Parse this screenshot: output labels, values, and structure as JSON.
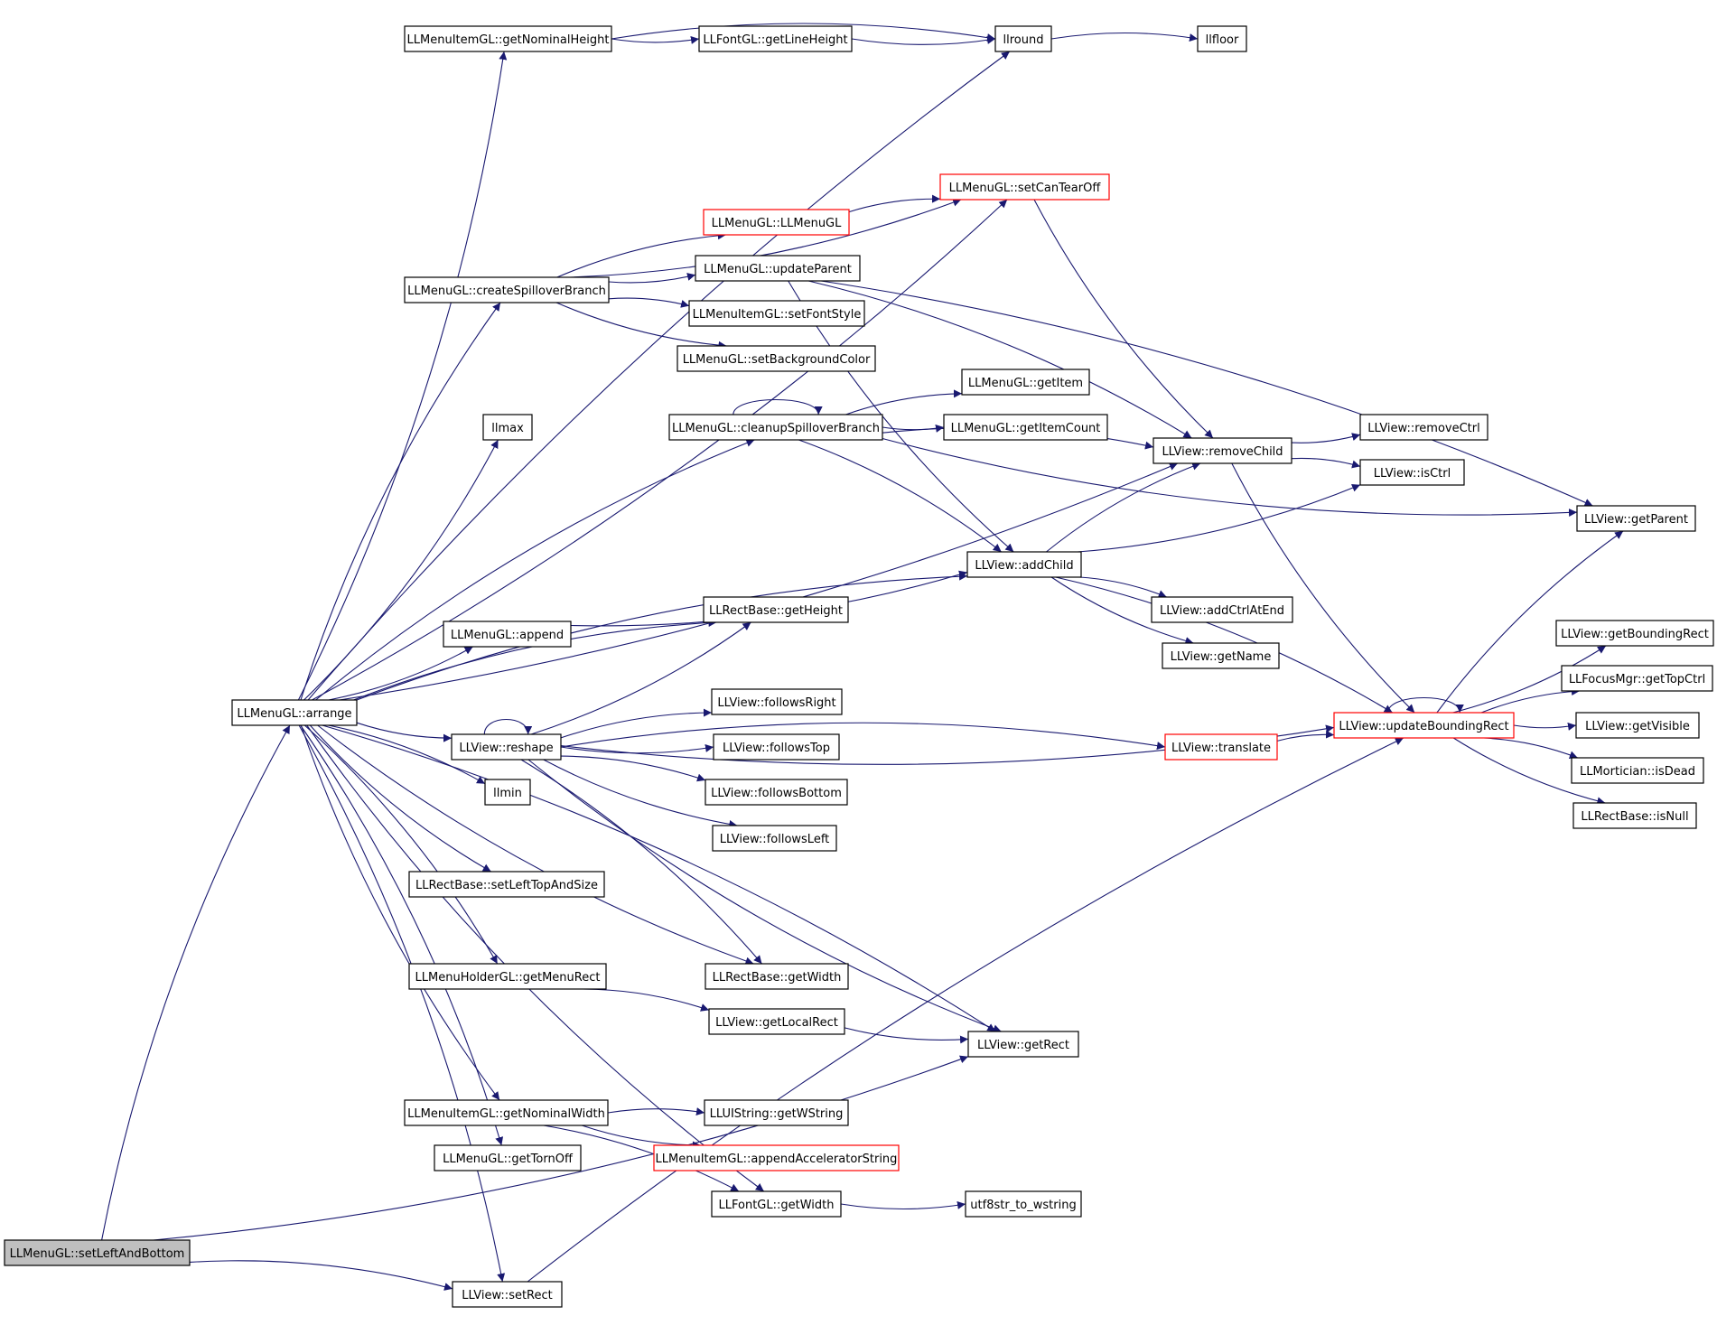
{
  "colors": {
    "edge": "#191970",
    "node_border": "#000000",
    "node_border_incomplete": "#ff0000",
    "root_fill": "#bfbfbf",
    "node_fill": "#ffffff"
  },
  "nodes": [
    {
      "id": "setLeftAndBottom",
      "label": "LLMenuGL::setLeftAndBottom",
      "kind": "root"
    },
    {
      "id": "arrange",
      "label": "LLMenuGL::arrange",
      "kind": "normal"
    },
    {
      "id": "getNominalHeight",
      "label": "LLMenuItemGL::getNominalHeight",
      "kind": "normal"
    },
    {
      "id": "getLineHeight",
      "label": "LLFontGL::getLineHeight",
      "kind": "normal"
    },
    {
      "id": "llround",
      "label": "llround",
      "kind": "normal"
    },
    {
      "id": "llfloor",
      "label": "llfloor",
      "kind": "normal"
    },
    {
      "id": "setCanTearOff",
      "label": "LLMenuGL::setCanTearOff",
      "kind": "incomplete"
    },
    {
      "id": "LLMenuGL",
      "label": "LLMenuGL::LLMenuGL",
      "kind": "incomplete"
    },
    {
      "id": "createSpilloverBranch",
      "label": "LLMenuGL::createSpilloverBranch",
      "kind": "normal"
    },
    {
      "id": "updateParent",
      "label": "LLMenuGL::updateParent",
      "kind": "normal"
    },
    {
      "id": "setFontStyle",
      "label": "LLMenuItemGL::setFontStyle",
      "kind": "normal"
    },
    {
      "id": "setBackgroundColor",
      "label": "LLMenuGL::setBackgroundColor",
      "kind": "normal"
    },
    {
      "id": "getItem",
      "label": "LLMenuGL::getItem",
      "kind": "normal"
    },
    {
      "id": "llmax",
      "label": "llmax",
      "kind": "normal"
    },
    {
      "id": "cleanupSpilloverBranch",
      "label": "LLMenuGL::cleanupSpilloverBranch",
      "kind": "normal"
    },
    {
      "id": "getItemCount",
      "label": "LLMenuGL::getItemCount",
      "kind": "normal"
    },
    {
      "id": "removeChild",
      "label": "LLView::removeChild",
      "kind": "normal"
    },
    {
      "id": "removeCtrl",
      "label": "LLView::removeCtrl",
      "kind": "normal"
    },
    {
      "id": "isCtrl",
      "label": "LLView::isCtrl",
      "kind": "normal"
    },
    {
      "id": "getParent",
      "label": "LLView::getParent",
      "kind": "normal"
    },
    {
      "id": "addChild",
      "label": "LLView::addChild",
      "kind": "normal"
    },
    {
      "id": "addCtrlAtEnd",
      "label": "LLView::addCtrlAtEnd",
      "kind": "normal"
    },
    {
      "id": "getName",
      "label": "LLView::getName",
      "kind": "normal"
    },
    {
      "id": "append",
      "label": "LLMenuGL::append",
      "kind": "normal"
    },
    {
      "id": "getHeight",
      "label": "LLRectBase::getHeight",
      "kind": "normal"
    },
    {
      "id": "getBoundingRect",
      "label": "LLView::getBoundingRect",
      "kind": "normal"
    },
    {
      "id": "getTopCtrl",
      "label": "LLFocusMgr::getTopCtrl",
      "kind": "normal"
    },
    {
      "id": "followsRight",
      "label": "LLView::followsRight",
      "kind": "normal"
    },
    {
      "id": "updateBoundingRect",
      "label": "LLView::updateBoundingRect",
      "kind": "incomplete"
    },
    {
      "id": "getVisible",
      "label": "LLView::getVisible",
      "kind": "normal"
    },
    {
      "id": "reshape",
      "label": "LLView::reshape",
      "kind": "normal"
    },
    {
      "id": "followsTop",
      "label": "LLView::followsTop",
      "kind": "normal"
    },
    {
      "id": "translate",
      "label": "LLView::translate",
      "kind": "incomplete"
    },
    {
      "id": "isDead",
      "label": "LLMortician::isDead",
      "kind": "normal"
    },
    {
      "id": "llmin",
      "label": "llmin",
      "kind": "normal"
    },
    {
      "id": "followsBottom",
      "label": "LLView::followsBottom",
      "kind": "normal"
    },
    {
      "id": "isNull",
      "label": "LLRectBase::isNull",
      "kind": "normal"
    },
    {
      "id": "followsLeft",
      "label": "LLView::followsLeft",
      "kind": "normal"
    },
    {
      "id": "setLeftTopAndSize",
      "label": "LLRectBase::setLeftTopAndSize",
      "kind": "normal"
    },
    {
      "id": "getMenuRect",
      "label": "LLMenuHolderGL::getMenuRect",
      "kind": "normal"
    },
    {
      "id": "getWidth",
      "label": "LLRectBase::getWidth",
      "kind": "normal"
    },
    {
      "id": "getLocalRect",
      "label": "LLView::getLocalRect",
      "kind": "normal"
    },
    {
      "id": "getRect",
      "label": "LLView::getRect",
      "kind": "normal"
    },
    {
      "id": "getNominalWidth",
      "label": "LLMenuItemGL::getNominalWidth",
      "kind": "normal"
    },
    {
      "id": "getWString",
      "label": "LLUIString::getWString",
      "kind": "normal"
    },
    {
      "id": "appendAcceleratorString",
      "label": "LLMenuItemGL::appendAcceleratorString",
      "kind": "incomplete"
    },
    {
      "id": "getTornOff",
      "label": "LLMenuGL::getTornOff",
      "kind": "normal"
    },
    {
      "id": "fontGetWidth",
      "label": "LLFontGL::getWidth",
      "kind": "normal"
    },
    {
      "id": "utf8str_to_wstring",
      "label": "utf8str_to_wstring",
      "kind": "normal"
    },
    {
      "id": "setRect",
      "label": "LLView::setRect",
      "kind": "normal"
    }
  ],
  "edges": [
    [
      "setLeftAndBottom",
      "arrange"
    ],
    [
      "setLeftAndBottom",
      "getRect"
    ],
    [
      "setLeftAndBottom",
      "setRect"
    ],
    [
      "arrange",
      "getNominalHeight"
    ],
    [
      "arrange",
      "llround"
    ],
    [
      "arrange",
      "setCanTearOff"
    ],
    [
      "arrange",
      "createSpilloverBranch"
    ],
    [
      "arrange",
      "llmax"
    ],
    [
      "arrange",
      "cleanupSpilloverBranch"
    ],
    [
      "arrange",
      "removeChild"
    ],
    [
      "arrange",
      "addChild"
    ],
    [
      "arrange",
      "append"
    ],
    [
      "arrange",
      "getHeight"
    ],
    [
      "arrange",
      "reshape"
    ],
    [
      "arrange",
      "llmin"
    ],
    [
      "arrange",
      "setLeftTopAndSize"
    ],
    [
      "arrange",
      "getMenuRect"
    ],
    [
      "arrange",
      "getWidth"
    ],
    [
      "arrange",
      "getRect"
    ],
    [
      "arrange",
      "getNominalWidth"
    ],
    [
      "arrange",
      "getTornOff"
    ],
    [
      "arrange",
      "fontGetWidth"
    ],
    [
      "arrange",
      "setRect"
    ],
    [
      "getNominalHeight",
      "getLineHeight"
    ],
    [
      "getNominalHeight",
      "llround"
    ],
    [
      "getLineHeight",
      "llround"
    ],
    [
      "llround",
      "llfloor"
    ],
    [
      "setCanTearOff",
      "removeChild"
    ],
    [
      "LLMenuGL",
      "setCanTearOff"
    ],
    [
      "createSpilloverBranch",
      "setCanTearOff"
    ],
    [
      "createSpilloverBranch",
      "LLMenuGL"
    ],
    [
      "createSpilloverBranch",
      "updateParent"
    ],
    [
      "createSpilloverBranch",
      "setFontStyle"
    ],
    [
      "createSpilloverBranch",
      "setBackgroundColor"
    ],
    [
      "updateParent",
      "removeChild"
    ],
    [
      "updateParent",
      "addChild"
    ],
    [
      "updateParent",
      "getParent"
    ],
    [
      "cleanupSpilloverBranch",
      "cleanupSpilloverBranch"
    ],
    [
      "cleanupSpilloverBranch",
      "getItem"
    ],
    [
      "cleanupSpilloverBranch",
      "getItemCount"
    ],
    [
      "cleanupSpilloverBranch",
      "removeChild"
    ],
    [
      "cleanupSpilloverBranch",
      "getParent"
    ],
    [
      "cleanupSpilloverBranch",
      "addChild"
    ],
    [
      "removeChild",
      "removeCtrl"
    ],
    [
      "removeChild",
      "isCtrl"
    ],
    [
      "removeChild",
      "updateBoundingRect"
    ],
    [
      "addChild",
      "removeChild"
    ],
    [
      "addChild",
      "isCtrl"
    ],
    [
      "addChild",
      "addCtrlAtEnd"
    ],
    [
      "addChild",
      "getName"
    ],
    [
      "addChild",
      "updateBoundingRect"
    ],
    [
      "append",
      "addChild"
    ],
    [
      "reshape",
      "reshape"
    ],
    [
      "reshape",
      "getHeight"
    ],
    [
      "reshape",
      "followsRight"
    ],
    [
      "reshape",
      "followsTop"
    ],
    [
      "reshape",
      "followsBottom"
    ],
    [
      "reshape",
      "followsLeft"
    ],
    [
      "reshape",
      "translate"
    ],
    [
      "reshape",
      "updateBoundingRect"
    ],
    [
      "reshape",
      "getWidth"
    ],
    [
      "reshape",
      "getRect"
    ],
    [
      "translate",
      "updateBoundingRect"
    ],
    [
      "updateBoundingRect",
      "updateBoundingRect"
    ],
    [
      "updateBoundingRect",
      "getParent"
    ],
    [
      "updateBoundingRect",
      "getBoundingRect"
    ],
    [
      "updateBoundingRect",
      "getTopCtrl"
    ],
    [
      "updateBoundingRect",
      "getVisible"
    ],
    [
      "updateBoundingRect",
      "isDead"
    ],
    [
      "updateBoundingRect",
      "isNull"
    ],
    [
      "getMenuRect",
      "getLocalRect"
    ],
    [
      "getLocalRect",
      "getRect"
    ],
    [
      "getNominalWidth",
      "getWString"
    ],
    [
      "getNominalWidth",
      "appendAcceleratorString"
    ],
    [
      "getNominalWidth",
      "fontGetWidth"
    ],
    [
      "fontGetWidth",
      "utf8str_to_wstring"
    ],
    [
      "setRect",
      "updateBoundingRect"
    ]
  ]
}
